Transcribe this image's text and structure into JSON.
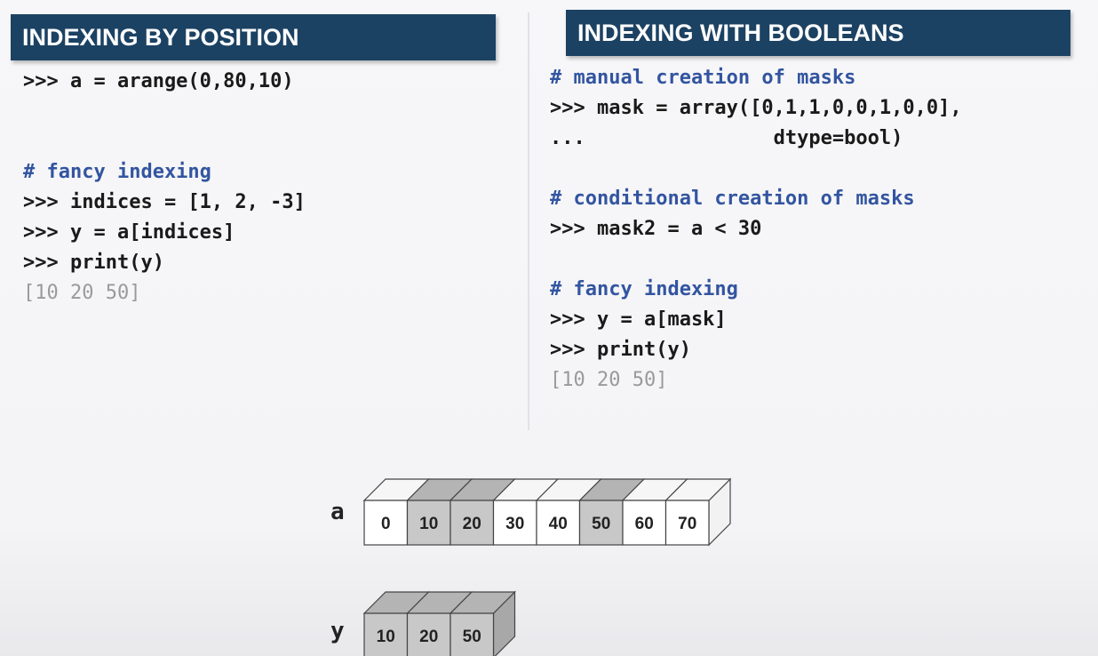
{
  "left": {
    "header": "INDEXING BY POSITION",
    "lines": [
      {
        "kind": "code",
        "text": ">>> a = arange(0,80,10)"
      },
      {
        "kind": "blank",
        "text": ""
      },
      {
        "kind": "blank",
        "text": ""
      },
      {
        "kind": "comment",
        "text": "# fancy indexing"
      },
      {
        "kind": "code",
        "text": ">>> indices = [1, 2, -3]"
      },
      {
        "kind": "code",
        "text": ">>> y = a[indices]"
      },
      {
        "kind": "code",
        "text": ">>> print(y)"
      },
      {
        "kind": "output",
        "text": "[10 20 50]"
      }
    ]
  },
  "right": {
    "header": "INDEXING WITH BOOLEANS",
    "lines": [
      {
        "kind": "comment",
        "text": "# manual creation of masks"
      },
      {
        "kind": "code",
        "text": ">>> mask = array([0,1,1,0,0,1,0,0],"
      },
      {
        "kind": "cont",
        "text": "...                dtype=bool)"
      },
      {
        "kind": "blank",
        "text": ""
      },
      {
        "kind": "comment",
        "text": "# conditional creation of masks"
      },
      {
        "kind": "code",
        "text": ">>> mask2 = a < 30"
      },
      {
        "kind": "blank",
        "text": ""
      },
      {
        "kind": "comment",
        "text": "# fancy indexing"
      },
      {
        "kind": "code",
        "text": ">>> y = a[mask]"
      },
      {
        "kind": "code",
        "text": ">>> print(y)"
      },
      {
        "kind": "output",
        "text": "[10 20 50]"
      }
    ]
  },
  "diagram": {
    "array_a": {
      "label": "a",
      "cells": [
        "0",
        "10",
        "20",
        "30",
        "40",
        "50",
        "60",
        "70"
      ],
      "selected": [
        false,
        true,
        true,
        false,
        false,
        true,
        false,
        false
      ]
    },
    "array_y": {
      "label": "y",
      "cells": [
        "10",
        "20",
        "50"
      ]
    }
  },
  "colors": {
    "header_bg": "#1c4263",
    "comment": "#3355a0",
    "output": "#9a9a9a",
    "cell_selected": "#c8c8c8",
    "cell_normal": "#ffffff"
  }
}
